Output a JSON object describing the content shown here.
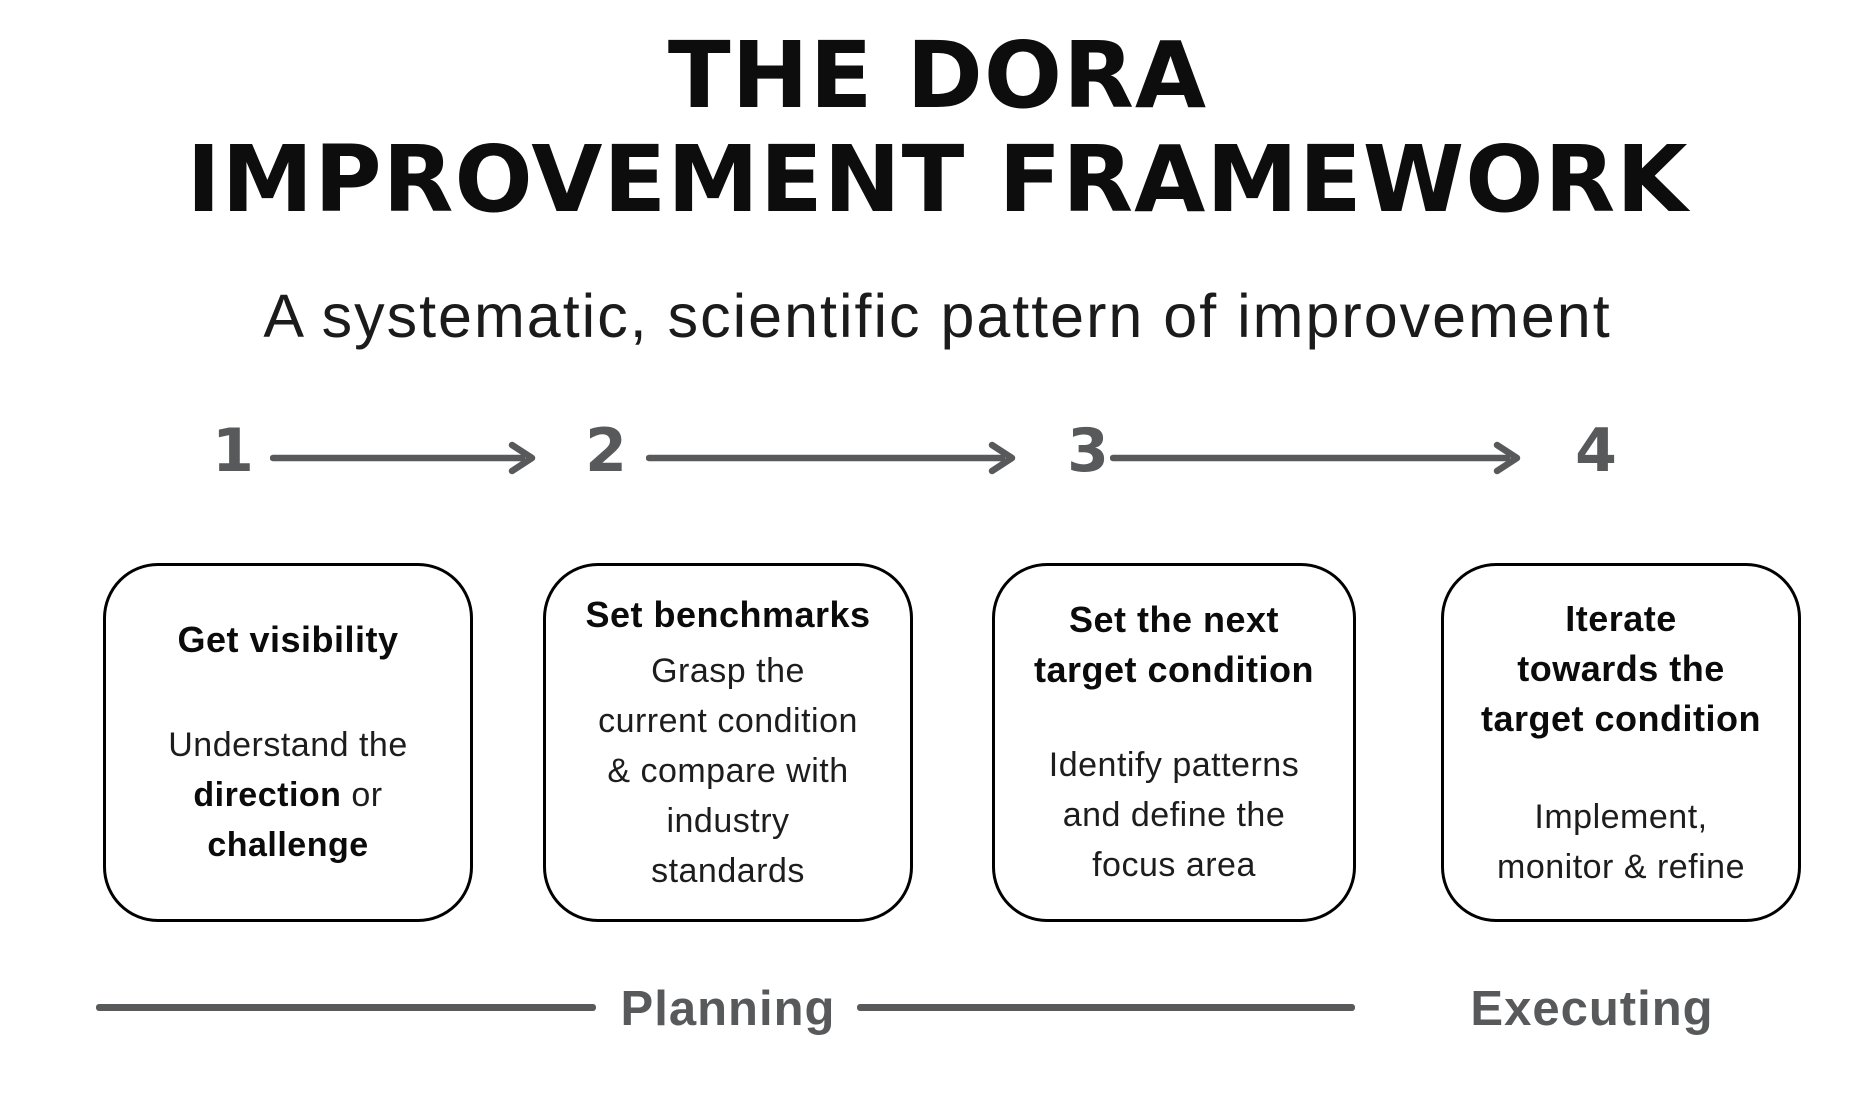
{
  "title": {
    "line1": "THE DORA",
    "line2": "IMPROVEMENT FRAMEWORK"
  },
  "subtitle": "A systematic, scientific pattern of improvement",
  "steps": [
    {
      "number": "1",
      "heading_lines": [
        "Get visibility"
      ],
      "body_lines": [
        [
          {
            "t": "Understand the",
            "b": false
          }
        ],
        [
          {
            "t": "direction",
            "b": true
          },
          {
            "t": " or",
            "b": false
          }
        ],
        [
          {
            "t": "challenge",
            "b": true
          }
        ]
      ]
    },
    {
      "number": "2",
      "heading_lines": [
        "Set benchmarks"
      ],
      "body_lines": [
        [
          {
            "t": "Grasp the",
            "b": false
          }
        ],
        [
          {
            "t": "current condition",
            "b": false
          }
        ],
        [
          {
            "t": "& compare with",
            "b": false
          }
        ],
        [
          {
            "t": "industry",
            "b": false
          }
        ],
        [
          {
            "t": "standards",
            "b": false
          }
        ]
      ]
    },
    {
      "number": "3",
      "heading_lines": [
        "Set the next",
        "target condition"
      ],
      "body_lines": [
        [
          {
            "t": "Identify patterns",
            "b": false
          }
        ],
        [
          {
            "t": "and define the",
            "b": false
          }
        ],
        [
          {
            "t": "focus area",
            "b": false
          }
        ]
      ]
    },
    {
      "number": "4",
      "heading_lines": [
        "Iterate",
        "towards the",
        "target condition"
      ],
      "body_lines": [
        [
          {
            "t": "Implement,",
            "b": false
          }
        ],
        [
          {
            "t": "monitor & refine",
            "b": false
          }
        ]
      ]
    }
  ],
  "phases": {
    "planning": "Planning",
    "executing": "Executing"
  },
  "icons": {
    "arrow": "arrow-right-icon"
  },
  "colors": {
    "gray": "#58595b",
    "ink": "#0d0d0d",
    "background": "#ffffff"
  }
}
